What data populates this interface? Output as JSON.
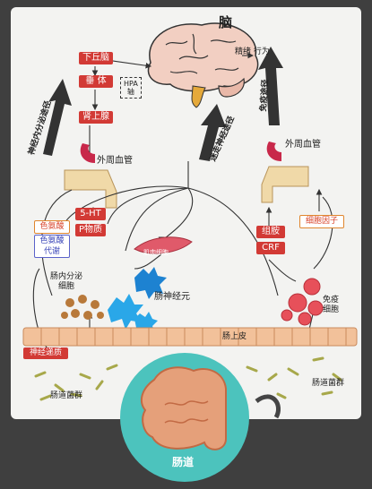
{
  "title": "脑",
  "brain_outputs": "精绪 行为",
  "hypothalamus": "下丘脑",
  "pituitary": "垂 体",
  "hpa_axis": [
    "HPA",
    "轴"
  ],
  "adrenal": "肾上腺",
  "pathway_endocrine": "神经内分泌途径",
  "pathway_vagus": "迷走神经途径",
  "pathway_immune": "免疫途径",
  "peripheral_vessel_left": "外周血管",
  "peripheral_vessel_right": "外周血管",
  "serotonin": "5-HT",
  "substance_p": "P物质",
  "tryptophan": "色氨酸",
  "tryptophan_metabolism": [
    "色氨酸",
    "代谢"
  ],
  "histamine": "组胺",
  "crf": "CRF",
  "cytokines": "细胞因子",
  "enteric_endocrine_cells": [
    "肠内分泌",
    "细胞"
  ],
  "muscle_cell": "肌肉细胞",
  "enteric_neurons": "肠神经元",
  "immune_cells": [
    "免疫",
    "细胞"
  ],
  "intestinal_epithelium": "肠上皮",
  "neurotransmitters": "神经递质",
  "gut_microbiota_left": "肠道菌群",
  "gut_microbiota_right": "肠道菌群",
  "intestine": "肠道",
  "colors": {
    "background": "#3f3f3f",
    "panel": "#f3f3f1",
    "red": "#d23a35",
    "teal": "#4cc3bd",
    "epithelium": "#f2c19a"
  }
}
